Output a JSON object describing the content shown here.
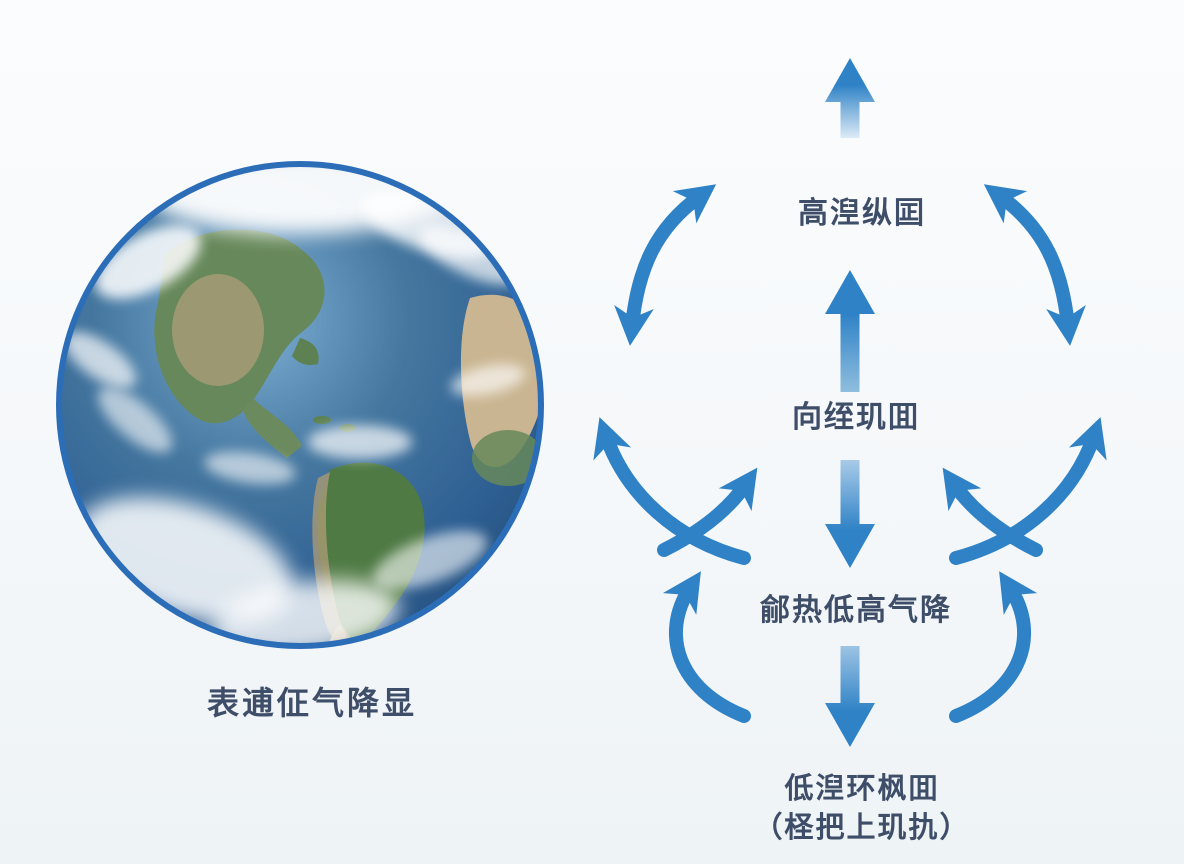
{
  "scene": {
    "background_color": "#f6f9fb",
    "description": "Earth globe beside an atmospheric circulation arrow diagram"
  },
  "globe": {
    "caption": "表逋佂气降显",
    "outline_color": "#2c6db8",
    "ocean_color": "#2e5f93",
    "land_green_color": "#65875a",
    "land_tan_color": "#c9b591",
    "cloud_color": "#ffffff"
  },
  "diagram": {
    "arrow_color": "#2f82c6",
    "arrow_tail_fade_color": "#ddebf7",
    "label_color": "#3e4d68",
    "labels": {
      "top": "高湼纵囸",
      "middle": "向绖玑囬",
      "heated": "鄃热低高气降",
      "bottom_line1": "低湼环枫囬",
      "bottom_line2": "（柽把上玑扏）"
    },
    "arrow_icons": [
      "up-arrow-top",
      "up-arrow-middle",
      "down-arrow-middle",
      "down-arrow-bottom",
      "curved-arrow-upper-left",
      "curved-arrow-upper-right",
      "curved-arrow-mid-left-outer",
      "curved-arrow-mid-left-inner",
      "curved-arrow-mid-right-outer",
      "curved-arrow-mid-right-inner",
      "curved-arrow-lower-left",
      "curved-arrow-lower-right"
    ]
  }
}
